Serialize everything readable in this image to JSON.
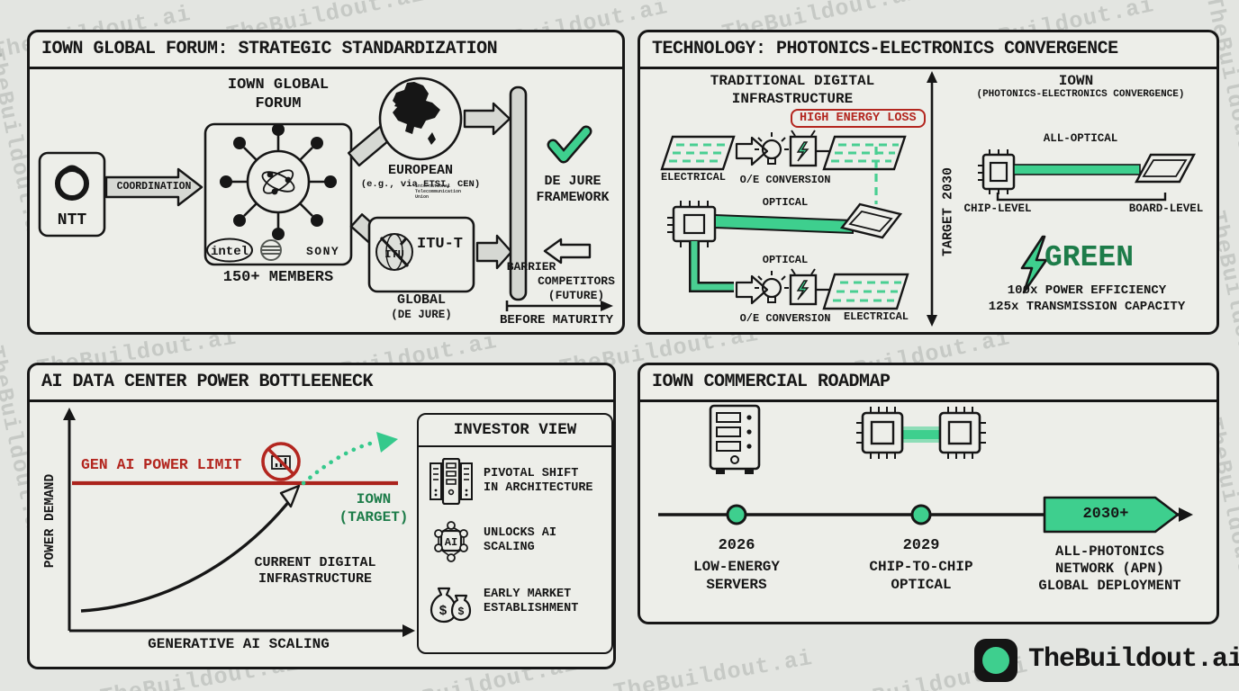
{
  "watermark": "TheBuildout.ai",
  "brand": {
    "logo_text": "TheBuildout.ai"
  },
  "p1": {
    "title": "IOWN GLOBAL FORUM: STRATEGIC STANDARDIZATION",
    "ntt_label": "NTT",
    "coordination_label": "COORDINATION",
    "forum_label": "IOWN GLOBAL\nFORUM",
    "logo_intel": "intel",
    "logo_sony": "SONY",
    "members_label": "150+ MEMBERS",
    "european_label": "EUROPEAN",
    "european_sub": "(e.g., via ETSI, CEN)",
    "itu_logo_text": "ITU",
    "itu_wordmark": "ITU-T",
    "itu_small_text": "International\nTelecommunication\nUnion",
    "global_label": "GLOBAL",
    "global_sub": "(DE JURE)",
    "dejure_label": "DE JURE\nFRAMEWORK",
    "barrier_label": "BARRIER",
    "competitors_label": "COMPETITORS\n(FUTURE)",
    "before_maturity_label": "BEFORE MATURITY"
  },
  "p2": {
    "title": "TECHNOLOGY: PHOTONICS-ELECTRONICS CONVERGENCE",
    "left_heading": "TRADITIONAL DIGITAL\nINFRASTRUCTURE",
    "energy_loss_badge": "HIGH ENERGY LOSS",
    "electrical": "ELECTRICAL",
    "oe": "O/E CONVERSION",
    "optical": "OPTICAL",
    "target_label": "TARGET 2030",
    "right_heading": "IOWN",
    "right_subheading": "(PHOTONICS-ELECTRONICS CONVERGENCE)",
    "all_optical_label": "ALL-OPTICAL",
    "chip_level_label": "CHIP-LEVEL",
    "board_level_label": "BOARD-LEVEL",
    "green_label": "GREEN",
    "stats": "100x POWER EFFICIENCY\n125x TRANSMISSION CAPACITY"
  },
  "p3": {
    "title": "AI DATA CENTER POWER BOTTLEENECK",
    "y_axis_label": "POWER DEMAND",
    "x_axis_label": "GENERATIVE AI SCALING",
    "limit_label": "GEN AI POWER LIMIT",
    "iown_label": "IOWN\n(TARGET)",
    "current_label": "CURRENT DIGITAL\nINFRASTRUCTURE",
    "investor": {
      "title": "INVESTOR VIEW",
      "ai_icon_text": "AI",
      "money_symbol": "$",
      "items": [
        {
          "label": "PIVOTAL SHIFT\nIN ARCHITECTURE"
        },
        {
          "label": "UNLOCKS AI\nSCALING"
        },
        {
          "label": "EARLY MARKET\nESTABLISHMENT"
        }
      ]
    }
  },
  "p4": {
    "title": "IOWN COMMERCIAL ROADMAP",
    "milestones": [
      {
        "year": "2026",
        "label": "LOW-ENERGY\nSERVERS"
      },
      {
        "year": "2029",
        "label": "CHIP-TO-CHIP\nOPTICAL"
      },
      {
        "year": "2030+",
        "label": "ALL-PHOTONICS\nNETWORK (APN)\nGLOBAL DEPLOYMENT"
      }
    ]
  },
  "colors": {
    "green": "#3ecf8e",
    "dark_green": "#1d7c49",
    "red": "#b3261f",
    "ink": "#161616",
    "panel_bg": "#edeee9",
    "arrow_gray": "#d6d8d3"
  }
}
